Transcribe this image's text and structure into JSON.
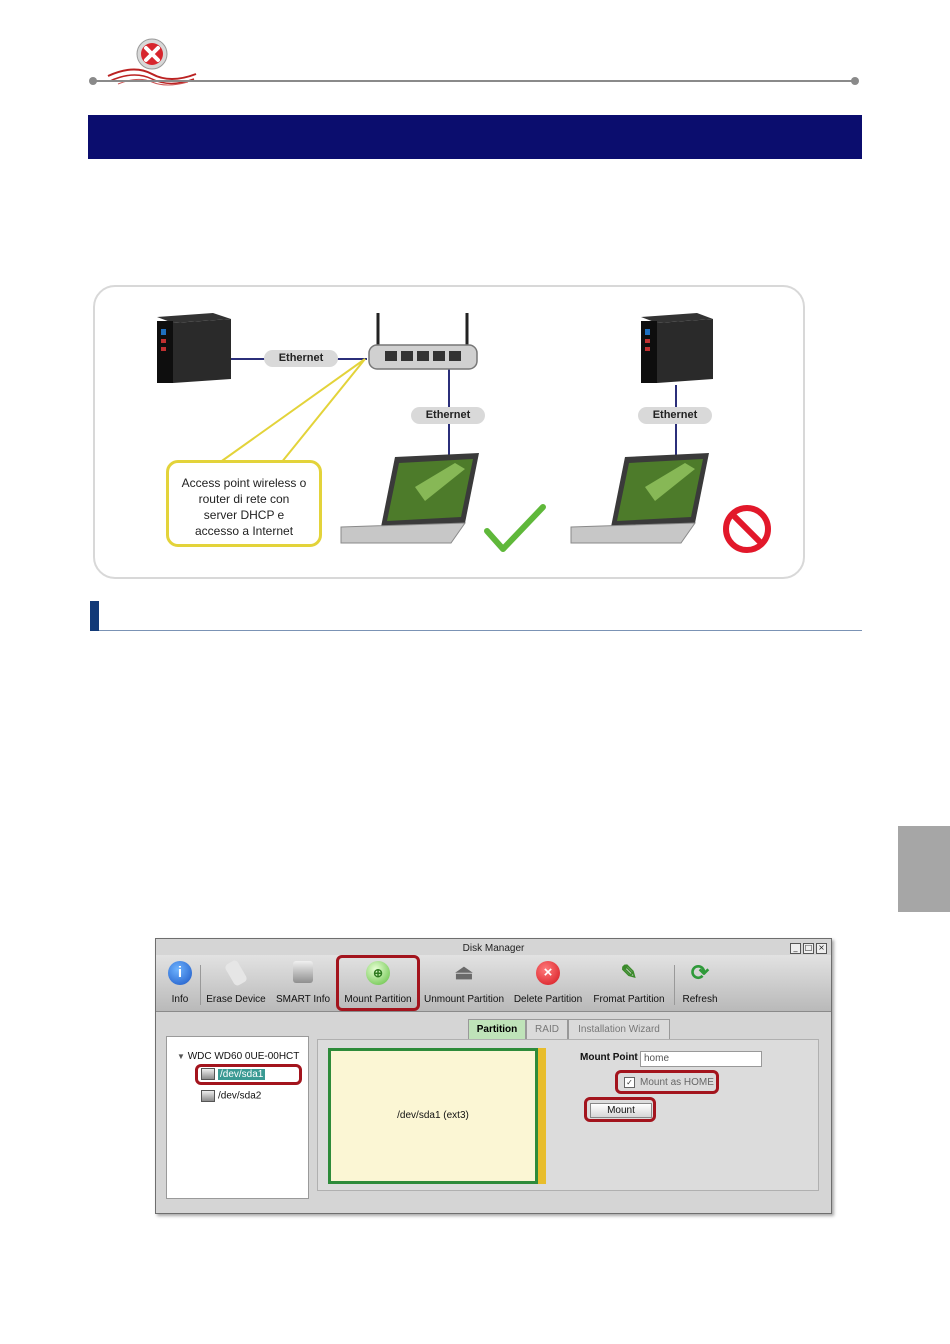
{
  "diagram": {
    "ethernet_left": "Ethernet",
    "ethernet_mid": "Ethernet",
    "ethernet_right": "Ethernet",
    "callout_lines": [
      "Access point wireless o",
      "router di rete con",
      "server DHCP e",
      "accesso a Internet"
    ]
  },
  "disk_manager": {
    "title": "Disk Manager",
    "window_controls": [
      "_",
      "□",
      "×"
    ],
    "toolbar": {
      "info": "Info",
      "erase": "Erase Device",
      "smart": "SMART Info",
      "mount": "Mount Partition",
      "unmount": "Unmount Partition",
      "delete": "Delete Partition",
      "format": "Fromat Partition",
      "refresh": "Refresh"
    },
    "tree": {
      "disk": "WDC WD60 0UE-00HCT",
      "sda1": "/dev/sda1",
      "sda2": "/dev/sda2"
    },
    "tabs": {
      "partition": "Partition",
      "raid": "RAID",
      "wizard": "Installation Wizard"
    },
    "partition_label": "/dev/sda1 (ext3)",
    "mount_point_label": "Mount Point",
    "mount_point_value": "home",
    "mount_as_home": "Mount as HOME",
    "mount_button": "Mount"
  },
  "colors": {
    "title_bar": "#0b0d6e",
    "highlight": "#a3141d",
    "callout_border": "#e3d33a",
    "link_line": "#2b2f7a"
  }
}
